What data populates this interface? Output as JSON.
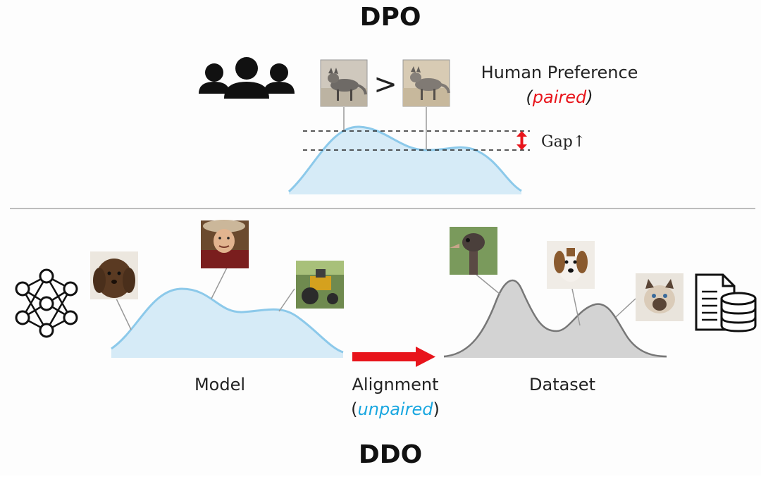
{
  "top": {
    "title": "DPO",
    "preference_label": "Human Preference",
    "paired_open": "(",
    "paired_word": "paired",
    "paired_close": ")",
    "comparison_symbol": ">",
    "gap_label": "Gap↑",
    "icons": [
      "people-group-icon",
      "fox-image-preferred",
      "fox-image-rejected"
    ]
  },
  "bottom": {
    "title": "DDO",
    "model_label": "Model",
    "alignment_label": "Alignment",
    "unpaired_open": "(",
    "unpaired_word": "unpaired",
    "unpaired_close": ")",
    "dataset_label": "Dataset",
    "icons": [
      "neural-network-icon",
      "dataset-document-icon"
    ],
    "model_images": [
      "puppy-image",
      "soldier-image",
      "tractor-image"
    ],
    "dataset_images": [
      "ostrich-image",
      "beagle-image",
      "cat-image"
    ]
  },
  "colors": {
    "accent_red": "#e8141b",
    "accent_blue": "#1aa7e0",
    "model_fill": "#d6ebf7",
    "model_stroke": "#8cc9ea",
    "dataset_fill": "#d3d3d3",
    "dataset_stroke": "#777777",
    "divider": "#bdbdbd"
  }
}
